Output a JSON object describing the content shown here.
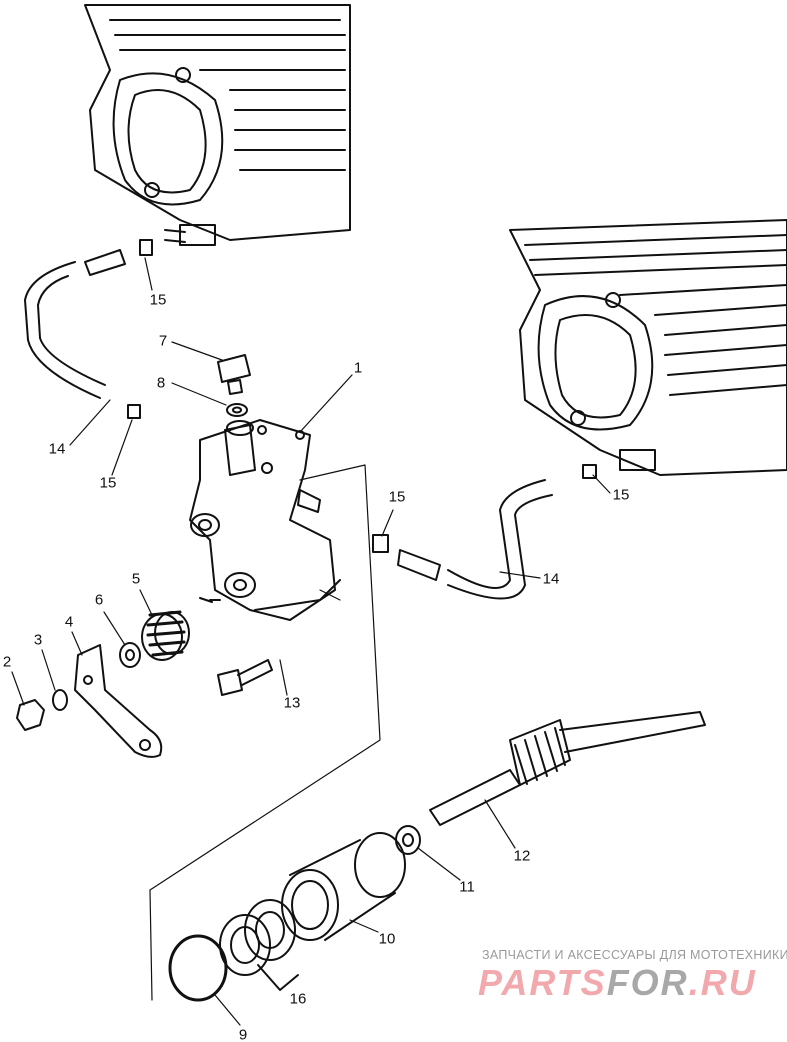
{
  "callouts": [
    {
      "id": "15",
      "text": "15"
    },
    {
      "id": "7",
      "text": "7"
    },
    {
      "id": "1",
      "text": "1"
    },
    {
      "id": "8",
      "text": "8"
    },
    {
      "id": "14",
      "text": "14"
    },
    {
      "id": "15",
      "text": "15"
    },
    {
      "id": "15",
      "text": "15"
    },
    {
      "id": "15",
      "text": "15"
    },
    {
      "id": "14",
      "text": "14"
    },
    {
      "id": "5",
      "text": "5"
    },
    {
      "id": "6",
      "text": "6"
    },
    {
      "id": "4",
      "text": "4"
    },
    {
      "id": "3",
      "text": "3"
    },
    {
      "id": "2",
      "text": "2"
    },
    {
      "id": "13",
      "text": "13"
    },
    {
      "id": "12",
      "text": "12"
    },
    {
      "id": "11",
      "text": "11"
    },
    {
      "id": "10",
      "text": "10"
    },
    {
      "id": "16",
      "text": "16"
    },
    {
      "id": "9",
      "text": "9"
    }
  ],
  "watermark": {
    "tagline": "ЗАПЧАСТИ И АКСЕССУАРЫ ДЛЯ МОТОТЕХНИКИ",
    "logo_part1": "PARTS",
    "logo_part2": "FOR",
    "logo_part3": ".RU"
  }
}
